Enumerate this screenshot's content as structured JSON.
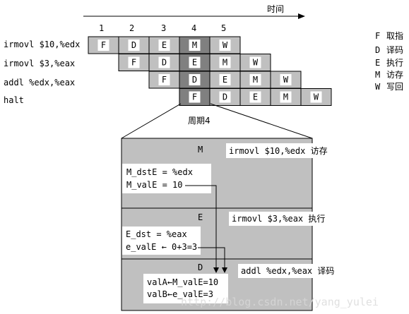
{
  "time_axis": {
    "label": "时间",
    "ticks": [
      "1",
      "2",
      "3",
      "4",
      "5"
    ]
  },
  "instructions": [
    {
      "text": "irmovl $10,%edx",
      "stages": [
        "F",
        "D",
        "E",
        "M",
        "W"
      ],
      "start": 1
    },
    {
      "text": "irmovl $3,%eax",
      "stages": [
        "F",
        "D",
        "E",
        "M",
        "W"
      ],
      "start": 2
    },
    {
      "text": "addl %edx,%eax",
      "stages": [
        "F",
        "D",
        "E",
        "M",
        "W"
      ],
      "start": 3
    },
    {
      "text": "halt",
      "stages": [
        "F",
        "D",
        "E",
        "M",
        "W"
      ],
      "start": 4
    }
  ],
  "highlight_cycle": 4,
  "legend": [
    {
      "key": "F",
      "desc": "取指"
    },
    {
      "key": "D",
      "desc": "译码"
    },
    {
      "key": "E",
      "desc": "执行"
    },
    {
      "key": "M",
      "desc": "访存"
    },
    {
      "key": "W",
      "desc": "写回"
    }
  ],
  "cycle_label": "周期4",
  "detail": {
    "m": {
      "stage": "M",
      "tag": "irmovl $10,%edx 访存",
      "lines": [
        "M_dstE = %edx",
        "M_valE = 10"
      ]
    },
    "e": {
      "stage": "E",
      "tag": "irmovl $3,%eax 执行",
      "lines": [
        "E_dst = %eax",
        "e_valE ← 0+3=3"
      ]
    },
    "d": {
      "stage": "D",
      "tag": "addl %edx,%eax 译码",
      "lines": [
        "valA←M_valE=10",
        "valB←e_valE=3"
      ]
    }
  },
  "watermark": "http://blog.csdn.net/yang_yulei",
  "colors": {
    "cell": "#c0c0c0",
    "cell_dark": "#808080",
    "panel": "#c0c0c0",
    "box": "#ffffff",
    "line": "#000000"
  }
}
